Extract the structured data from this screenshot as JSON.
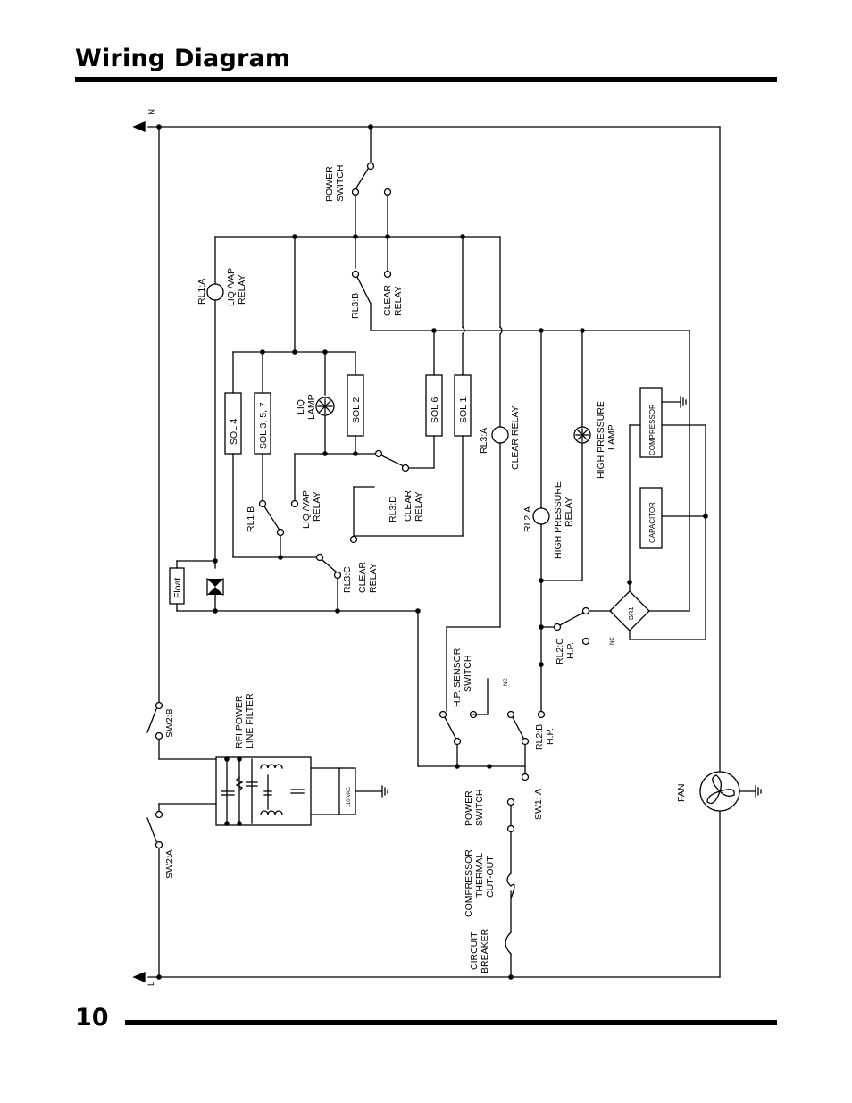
{
  "page": {
    "title": "Wiring Diagram",
    "page_number": "10"
  },
  "terminals": {
    "neutral": "N",
    "line": "L"
  },
  "labels": {
    "power_switch_top": [
      "POWER",
      "SWITCH"
    ],
    "rl1a": "RL1:A",
    "liq_vap_relay_a": [
      "LIQ /VAP",
      "RELAY"
    ],
    "rl3b": "RL3:B",
    "clear_relay_b": [
      "CLEAR",
      "RELAY"
    ],
    "sol4": "SOL 4",
    "sol357": "SOL 3, 5, 7",
    "liq_lamp": [
      "LIQ",
      "LAMP"
    ],
    "sol2": "SOL 2",
    "sol6": "SOL 6",
    "sol1": "SOL 1",
    "rl3a": "RL3:A",
    "clear_relay_a": "CLEAR RELAY",
    "high_pressure_lamp": [
      "HIGH PRESSURE",
      "LAMP"
    ],
    "compressor": "COMPRESSOR",
    "capacitor": "CAPACITOR",
    "rl1b": "RL1:B",
    "liq_vap_relay_b": [
      "LIQ /VAP",
      "RELAY"
    ],
    "rl3d": "RL3:D",
    "clear_relay_d": [
      "CLEAR",
      "RELAY"
    ],
    "rl2a": "RL2:A",
    "high_pressure_relay": [
      "HIGH PRESSURE",
      "RELAY"
    ],
    "float": "Float",
    "rl3c": "RL3:C",
    "clear_relay_c": [
      "CLEAR",
      "RELAY"
    ],
    "br1": "BR1",
    "rl2c": [
      "RL2:C",
      "H.P."
    ],
    "nc_rl2c": "NC",
    "hp_sensor_switch": [
      "H.P. SENSOR",
      "SWITCH"
    ],
    "nc_rl2b": "NC",
    "rl2b": [
      "RL2:B",
      "H.P."
    ],
    "sw2b": "SW2:B",
    "rfi_filter": [
      "RFI POWER",
      "LINE FILTER"
    ],
    "vac": "110 VAC",
    "power_switch_bottom": [
      "POWER",
      "SWITCH"
    ],
    "sw1a": "SW1: A",
    "fan": "FAN",
    "sw2a": "SW2:A",
    "compressor_cutout": [
      "COMPRESSOR",
      "THERMAL",
      "CUT-OUT"
    ],
    "circuit_breaker": [
      "CIRCUIT",
      "BREAKER"
    ]
  }
}
